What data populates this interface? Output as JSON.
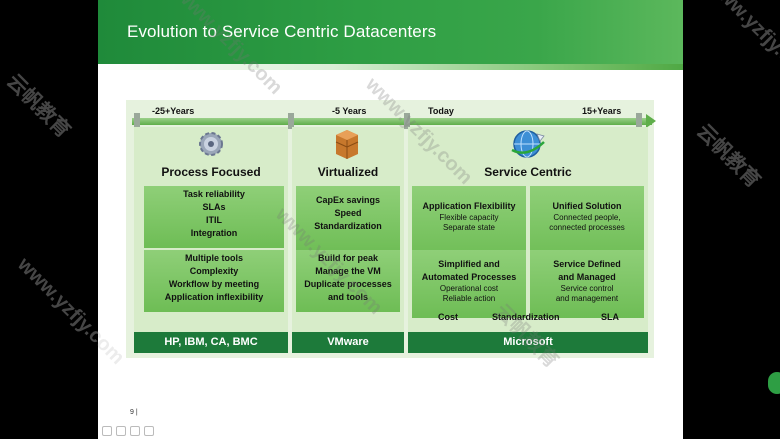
{
  "slide": {
    "title": "Evolution to Service Centric Datacenters",
    "page_number": "9 |"
  },
  "timeline": {
    "labels": [
      "-25+Years",
      "-5 Years",
      "Today",
      "15+Years"
    ]
  },
  "columns": [
    {
      "title": "Process Focused",
      "icon": "gear-icon",
      "boxes": [
        [
          "Task reliability",
          "SLAs",
          "ITIL",
          "Integration"
        ],
        [
          "Multiple tools",
          "Complexity",
          "Workflow by meeting",
          "Application inflexibility"
        ]
      ],
      "footer": "HP, IBM, CA, BMC"
    },
    {
      "title": "Virtualized",
      "icon": "server-box-icon",
      "boxes": [
        [
          "CapEx savings",
          "Speed",
          "Standardization"
        ],
        [
          "Build for peak",
          "Manage the VM",
          "Duplicate processes",
          "and tools"
        ]
      ],
      "footer": "VMware"
    },
    {
      "title": "Service Centric",
      "icon": "globe-icon",
      "cells": [
        {
          "title": "Application Flexibility",
          "subs": [
            "Flexible capacity",
            "Separate state"
          ]
        },
        {
          "title": "Unified Solution",
          "subs": [
            "Connected people,",
            "connected processes"
          ]
        },
        {
          "title": "Simplified and",
          "title2": "Automated Processes",
          "subs": [
            "Operational cost",
            "Reliable action"
          ]
        },
        {
          "title": "Service Defined",
          "title2": "and Managed",
          "subs": [
            "Service control",
            "and management"
          ]
        }
      ],
      "strip": [
        "Cost",
        "Standardization",
        "SLA"
      ],
      "footer": "Microsoft"
    }
  ],
  "watermarks": [
    "www.yzfjy.com",
    "云帆教育"
  ],
  "colors": {
    "title_bar": "#2e9e44",
    "footer": "#1d7a3a",
    "box": "#7ec466"
  }
}
